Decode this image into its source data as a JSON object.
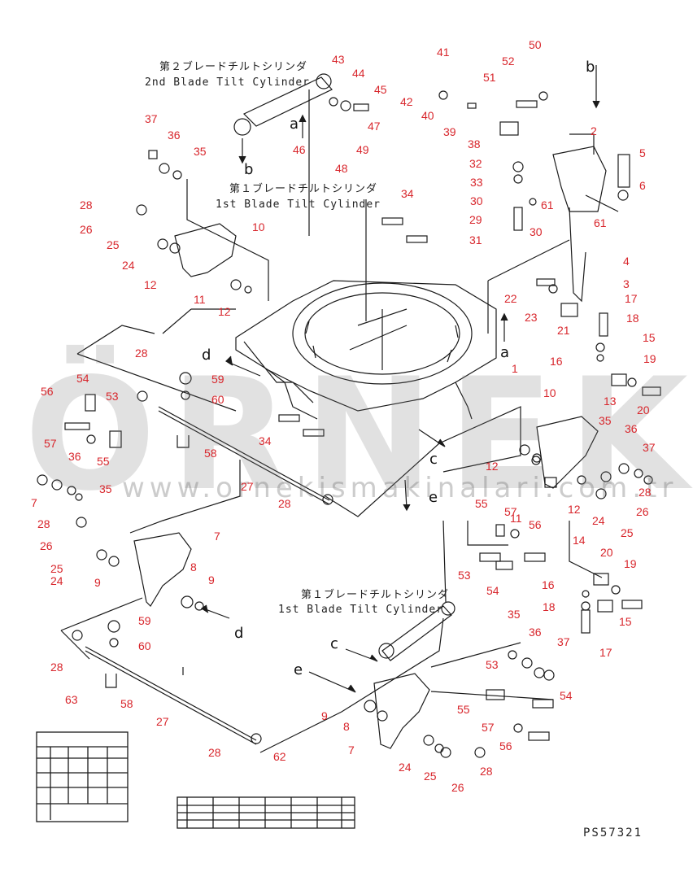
{
  "captions": {
    "c2_jp": "第２ブレードチルトシリンダ",
    "c2_en": "2nd Blade Tilt Cylinder",
    "c1a_jp": "第１ブレードチルトシリンダ",
    "c1a_en": "1st Blade Tilt Cylinder",
    "c1b_jp": "第１ブレードチルトシリンダ",
    "c1b_en": "1st Blade Tilt Cylinder"
  },
  "diagram_code": "PS57321",
  "watermark": {
    "brand": "ÖRNEK",
    "url": "www.ornekismakinalari.com.tr"
  },
  "callouts": [
    "43",
    "44",
    "45",
    "47",
    "46",
    "49",
    "48",
    "41",
    "42",
    "40",
    "39",
    "38",
    "52",
    "51",
    "50",
    "2",
    "5",
    "6",
    "32",
    "33",
    "30",
    "29",
    "31",
    "30",
    "61",
    "61",
    "4",
    "3",
    "37",
    "36",
    "35",
    "28",
    "26",
    "25",
    "24",
    "12",
    "10",
    "11",
    "12",
    "34",
    "22",
    "23",
    "21",
    "17",
    "18",
    "15",
    "19",
    "16",
    "13",
    "20",
    "1",
    "10",
    "35",
    "36",
    "37",
    "28",
    "26",
    "25",
    "24",
    "12",
    "11",
    "12",
    "28",
    "34",
    "27",
    "59",
    "60",
    "58",
    "28",
    "54",
    "56",
    "53",
    "57",
    "36",
    "55",
    "7",
    "35",
    "28",
    "26",
    "25",
    "24",
    "9",
    "8",
    "7",
    "9",
    "55",
    "57",
    "56",
    "53",
    "54",
    "16",
    "14",
    "20",
    "19",
    "18",
    "15",
    "17",
    "59",
    "60",
    "28",
    "58",
    "27",
    "28",
    "63",
    "62",
    "8",
    "9",
    "7",
    "24",
    "25",
    "26",
    "28",
    "35",
    "36",
    "37",
    "53",
    "54",
    "55",
    "57",
    "56"
  ],
  "letters": [
    "a",
    "b",
    "b",
    "a",
    "d",
    "c",
    "e",
    "d",
    "c",
    "e"
  ]
}
